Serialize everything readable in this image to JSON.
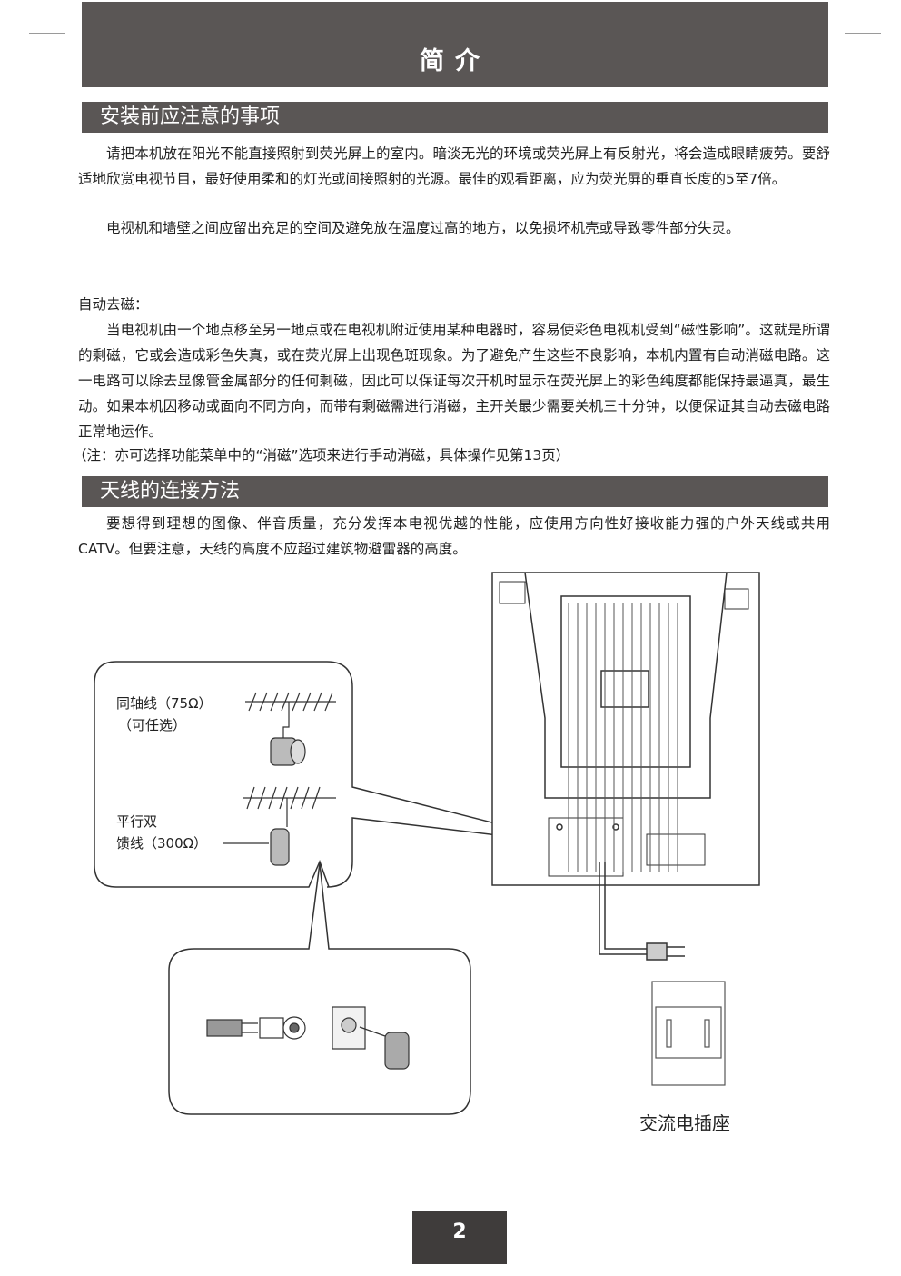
{
  "header": {
    "title": "简介"
  },
  "section1": {
    "heading": "安装前应注意的事项",
    "p1": "请把本机放在阳光不能直接照射到荧光屏上的室内。暗淡无光的环境或荧光屏上有反射光，将会造成眼睛疲劳。要舒适地欣赏电视节目，最好使用柔和的灯光或间接照射的光源。最佳的观看距离，应为荧光屏的垂直长度的5至7倍。",
    "p2": "电视机和墙壁之间应留出充足的空间及避免放在温度过高的地方，以免损坏机壳或导致零件部分失灵。"
  },
  "degauss": {
    "title": "自动去磁：",
    "p1": "当电视机由一个地点移至另一地点或在电视机附近使用某种电器时，容易使彩色电视机受到“磁性影响”。这就是所谓的剩磁，它或会造成彩色失真，或在荧光屏上出现色斑现象。为了避免产生这些不良影响，本机内置有自动消磁电路。这一电路可以除去显像管金属部分的任何剩磁，因此可以保证每次开机时显示在荧光屏上的彩色纯度都能保持最逼真，最生动。如果本机因移动或面向不同方向，而带有剩磁需进行消磁，主开关最少需要关机三十分钟，以便保证其自动去磁电路正常地运作。",
    "note": "（注：亦可选择功能菜单中的“消磁”选项来进行手动消磁，具体操作见第13页）"
  },
  "section2": {
    "heading": "天线的连接方法",
    "p1": "要想得到理想的图像、伴音质量，充分发挥本电视优越的性能，应使用方向性好接收能力强的户外天线或共用CATV。但要注意，天线的高度不应超过建筑物避雷器的高度。"
  },
  "diagram": {
    "coax_label": "同轴线（75Ω）",
    "coax_optional": "（可任选）",
    "twin_label_1": "平行双",
    "twin_label_2": "馈线（300Ω）",
    "outlet_label": "交流电插座"
  },
  "footer": {
    "page_number": "2"
  }
}
